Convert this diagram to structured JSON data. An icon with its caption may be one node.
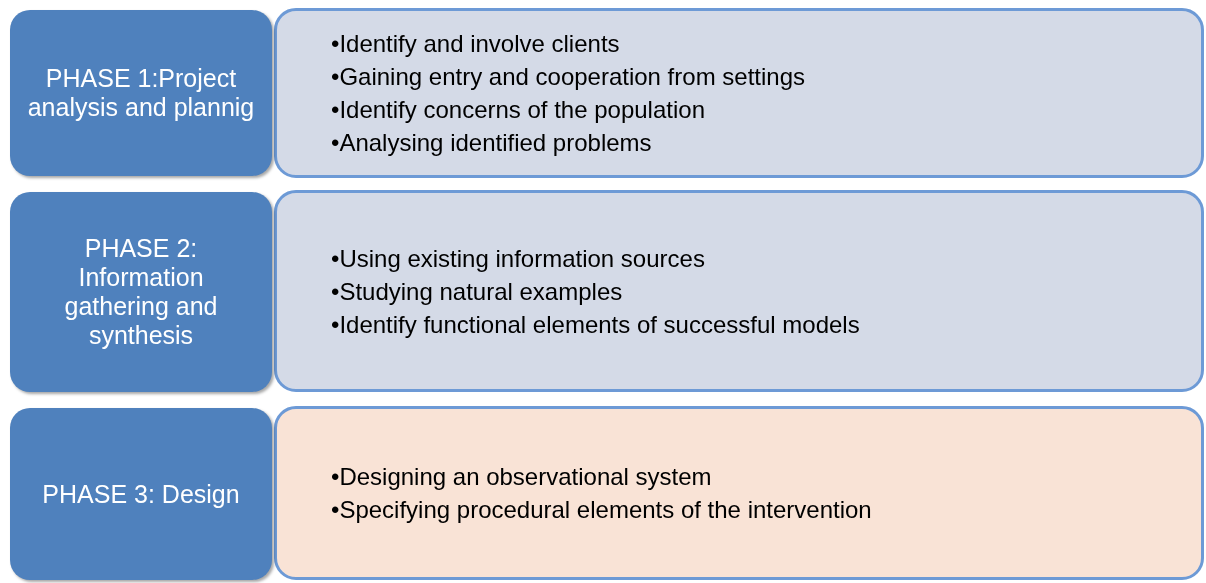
{
  "diagram": {
    "nodes": [
      {
        "text": [
          "PHASE 1:Project analysis and plannig"
        ]
      },
      {
        "text": [
          "•Identify and involve clients",
          "•Gaining entry and cooperation from settings",
          "•Identify concerns of the population",
          "•Analysing identified problems"
        ]
      },
      {
        "text": [
          "PHASE 2: Information gathering and synthesis"
        ]
      },
      {
        "text": [
          "•Using existing information sources",
          "•Studying natural examples",
          "•Identify functional elements of successful models"
        ]
      },
      {
        "text": [
          "PHASE 3: Design"
        ]
      },
      {
        "text": [
          "•Designing an observational system",
          "•Specifying procedural elements of the intervention"
        ]
      }
    ]
  }
}
